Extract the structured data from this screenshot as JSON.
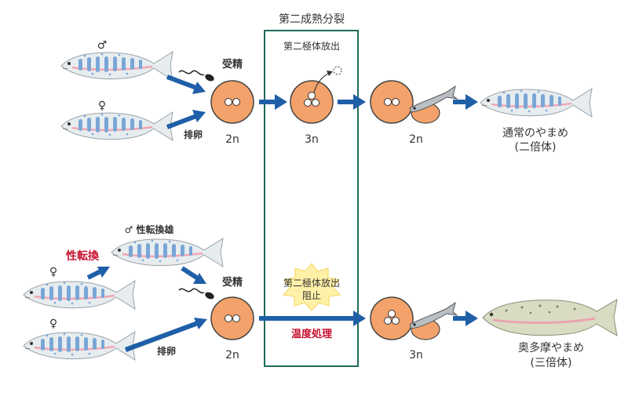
{
  "colors": {
    "arrow": "#1f5fa8",
    "egg_fill": "#f4a26b",
    "egg_stroke": "#444444",
    "box_stroke": "#1f6b5a",
    "highlight_text": "#c8102e",
    "burst_fill": "#fff2a8",
    "fish_body": "#e7ecef",
    "fish_spots": "#7aa6d6",
    "fish_pink": "#f2a7b4",
    "triploid_body": "#d9dcc3"
  },
  "icons": [
    "fish-icon",
    "sperm-icon",
    "egg-cell-icon",
    "polar-body-icon",
    "larva-icon",
    "burst-icon",
    "arrow-icon"
  ],
  "box": {
    "title": "第二成熟分裂",
    "top_label": "第二極体放出",
    "block_label_line1": "第二極体放出",
    "block_label_line2": "阻止",
    "treatment_label": "温度処理"
  },
  "top_row": {
    "male_symbol": "♂",
    "female_symbol": "♀",
    "fertilization_label": "受精",
    "spawning_label": "排卵",
    "egg1_ploidy": "2n",
    "egg2_ploidy": "3n",
    "egg3_ploidy": "2n",
    "result_line1": "通常のやまめ",
    "result_line2": "(二倍体)"
  },
  "bottom_row": {
    "sex_reversal_label": "性転換",
    "sex_reversed_male_label": "♂ 性転換雄",
    "female_symbol_1": "♀",
    "female_symbol_2": "♀",
    "fertilization_label": "受精",
    "spawning_label": "排卵",
    "egg1_ploidy": "2n",
    "egg2_ploidy": "3n",
    "result_line1": "奥多摩やまめ",
    "result_line2": "(三倍体)"
  }
}
